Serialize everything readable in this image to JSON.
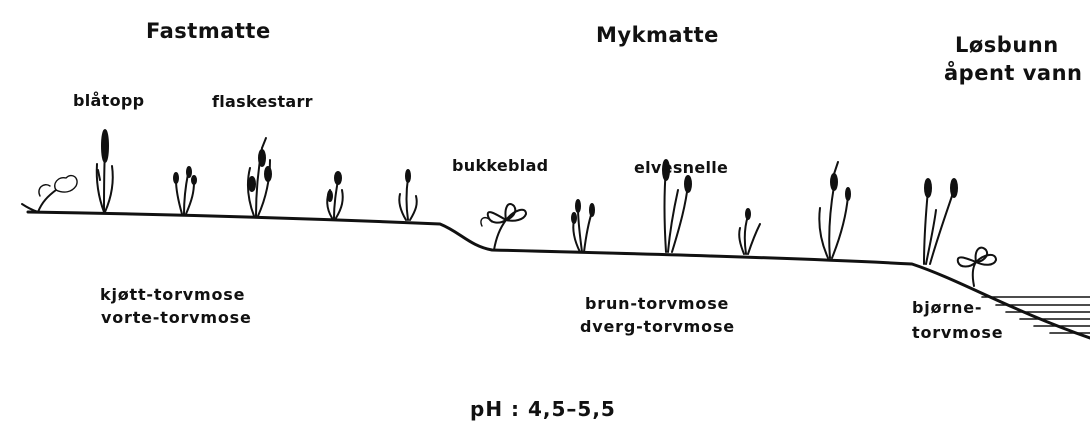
{
  "zones": {
    "fastmatte": "Fastmatte",
    "mykmatte": "Mykmatte",
    "losbunn_line1": "Løsbunn",
    "losbunn_line2": "åpent vann"
  },
  "plants": {
    "blatopp": "blåtopp",
    "flaskestarr": "flaskestarr",
    "bukkeblad": "bukkeblad",
    "elvesnelle": "elvesnelle"
  },
  "mosses": {
    "fastmatte_line1": "kjøtt-torvmose",
    "fastmatte_line2": "vorte-torvmose",
    "mykmatte_line1": "brun-torvmose",
    "mykmatte_line2": "dverg-torvmose",
    "losbunn_line1": "bjørne-",
    "losbunn_line2": "torvmose"
  },
  "ph": "pH : 4,5–5,5",
  "colors": {
    "ink": "#111111",
    "background": "#ffffff"
  }
}
